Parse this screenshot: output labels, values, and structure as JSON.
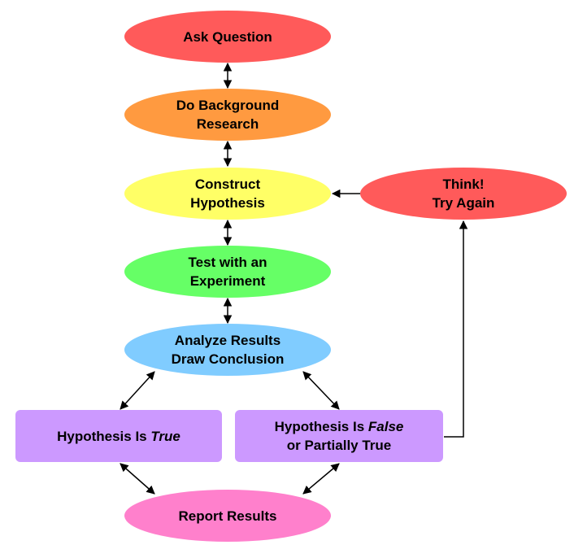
{
  "nodes": {
    "ask_question": {
      "line1": "Ask Question"
    },
    "background_research": {
      "line1": "Do Background",
      "line2": "Research"
    },
    "construct_hypothesis": {
      "line1": "Construct",
      "line2": "Hypothesis"
    },
    "test_experiment": {
      "line1": "Test with an",
      "line2": "Experiment"
    },
    "analyze_results": {
      "line1": "Analyze Results",
      "line2": "Draw Conclusion"
    },
    "hypothesis_true": {
      "prefix": "Hypothesis Is ",
      "emph": "True"
    },
    "hypothesis_false": {
      "prefix": "Hypothesis Is ",
      "emph": "False",
      "line2": "or Partially True"
    },
    "report_results": {
      "line1": "Report Results"
    },
    "think_try_again": {
      "line1": "Think!",
      "line2": "Try Again"
    }
  },
  "colors": {
    "ask_question": "#ff5a5a",
    "background_research": "#ff9a40",
    "construct_hypothesis": "#ffff66",
    "test_experiment": "#66ff66",
    "analyze_results": "#80ccff",
    "hypothesis_boxes": "#cc99ff",
    "report_results": "#ff80cc",
    "think_try_again": "#ff5a5a"
  }
}
